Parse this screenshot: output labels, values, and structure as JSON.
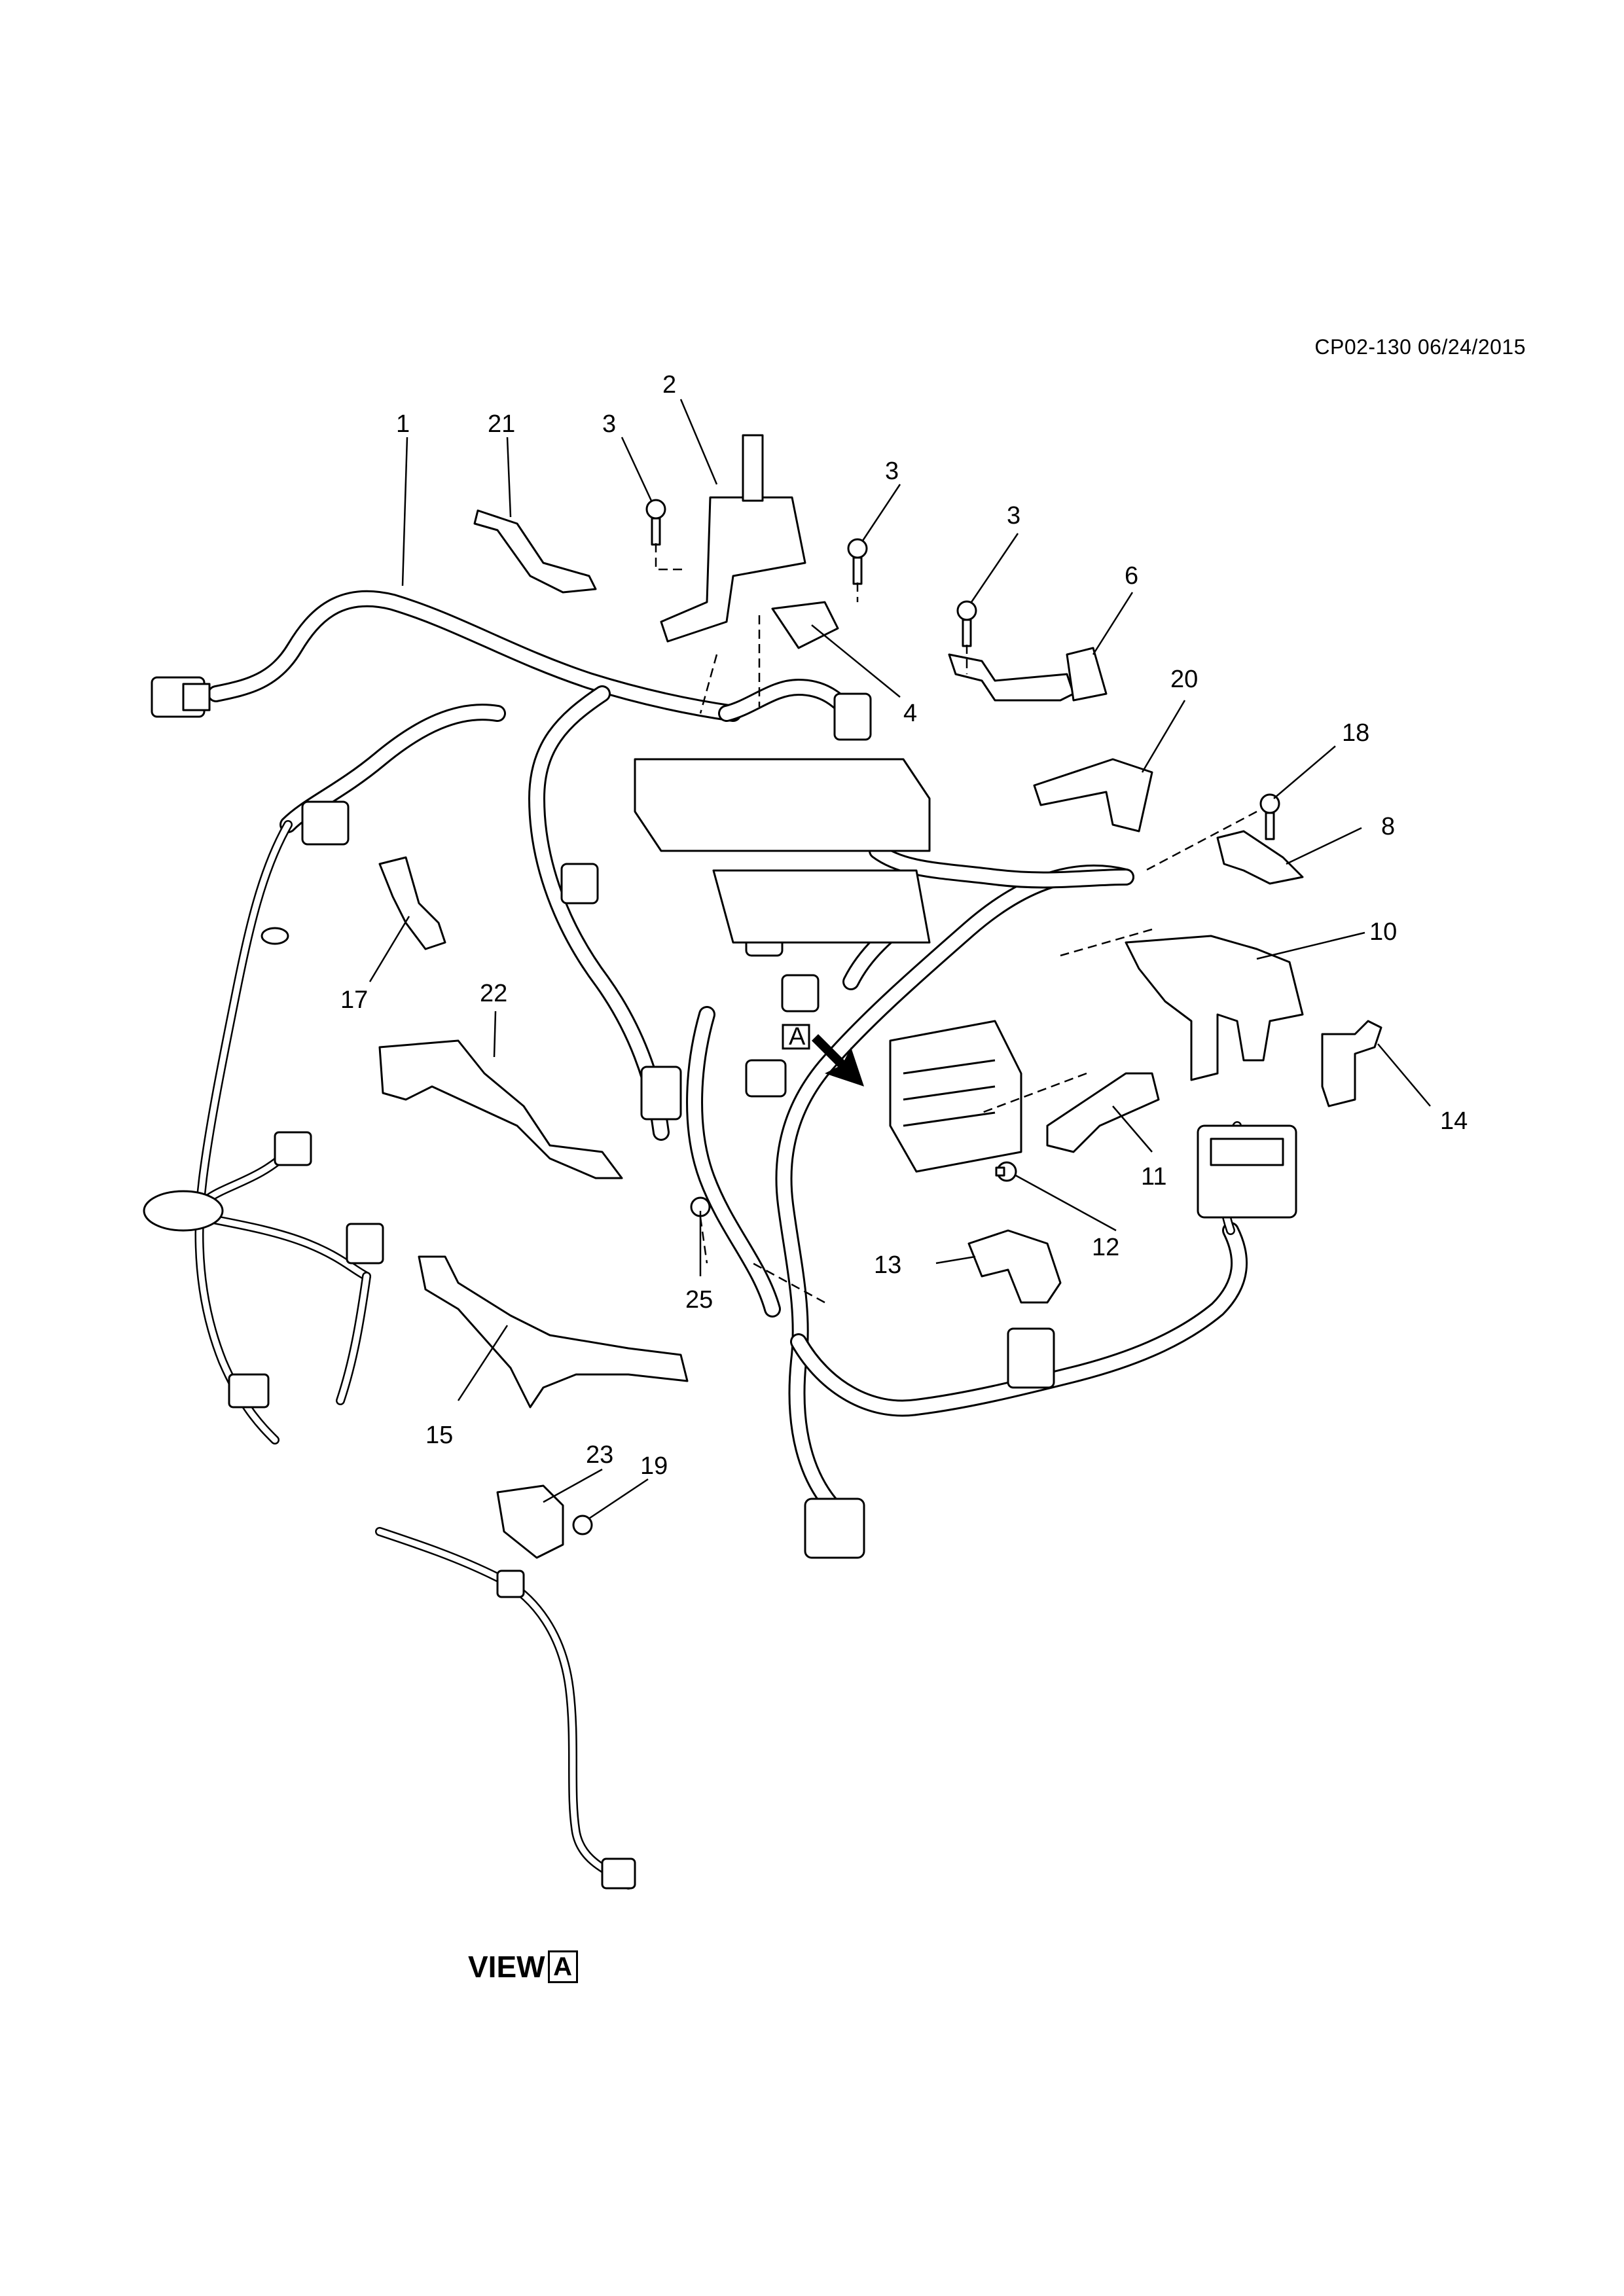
{
  "diagram_code": "CP02-130 06/24/2015",
  "view_label": "VIEW",
  "view_marker": "A",
  "callouts": {
    "c1": "1",
    "c2": "2",
    "c3a": "3",
    "c3b": "3",
    "c3c": "3",
    "c4": "4",
    "c6": "6",
    "c8": "8",
    "c10": "10",
    "c11": "11",
    "c12": "12",
    "c13": "13",
    "c14": "14",
    "c15": "15",
    "c17": "17",
    "c18": "18",
    "c19": "19",
    "c20": "20",
    "c21": "21",
    "c22": "22",
    "c23": "23",
    "c25": "25"
  }
}
